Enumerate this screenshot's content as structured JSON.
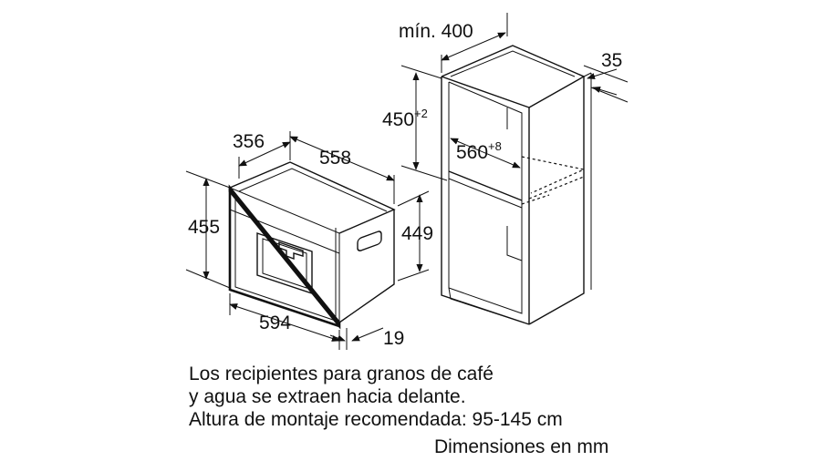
{
  "dimensions": {
    "appliance_depth": "356",
    "appliance_top_width": "558",
    "appliance_height_total": "455",
    "appliance_height_body": "449",
    "appliance_front_width": "594",
    "front_panel_depth": "19",
    "cabinet_min_depth_label": "mín. 400",
    "cabinet_side_thickness": "35",
    "niche_height_base": "450",
    "niche_height_tolerance": "+2",
    "niche_width_base": "560",
    "niche_width_tolerance": "+8"
  },
  "notes": [
    "Los recipientes para granos de café",
    "y agua se extraen hacia delante.",
    "Altura de montaje recomendada: 95-145 cm"
  ],
  "units_note": "Dimensiones en mm"
}
